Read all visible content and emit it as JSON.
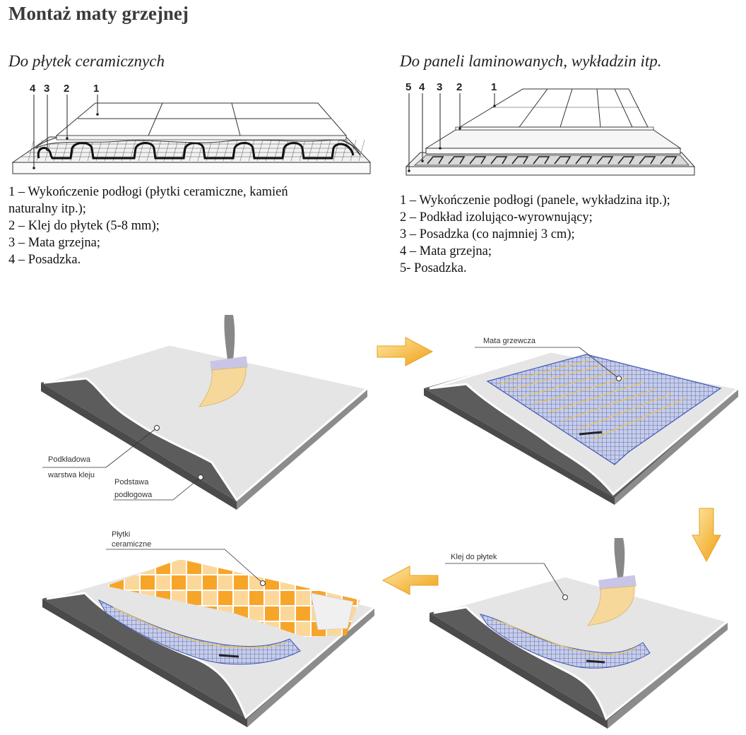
{
  "title": "Montaż maty grzejnej",
  "left": {
    "subtitle": "Do płytek ceramicznych",
    "numbers": [
      "4",
      "3",
      "2",
      "1"
    ],
    "legend": [
      "1 – Wykończenie podłogi (płytki ceramiczne, kamień",
      "naturalny itp.);",
      "2 – Klej do płytek (5-8 mm);",
      "3 – Mata grzejna;",
      "4 – Posadzka."
    ]
  },
  "right": {
    "subtitle": "Do paneli laminowanych, wykładzin itp.",
    "numbers": [
      "5",
      "4",
      "3",
      "2",
      "1"
    ],
    "legend": [
      "1 – Wykończenie podłogi (panele, wykładzina itp.);",
      "2 – Podkład izolująco-wyrownujący;",
      "3 – Posadzka (co najmniej 3 cm);",
      "4 – Mata grzejna;",
      "5- Posadzka."
    ]
  },
  "steps": {
    "step1": {
      "label1a": "Podkładowa",
      "label1b": "warstwa kleju",
      "label2a": "Podstawa",
      "label2b": "podłogowa"
    },
    "step2": {
      "label": "Mata grzewcza"
    },
    "step3": {
      "label": "Klej do płytek"
    },
    "step4": {
      "label1": "Płytki",
      "label2": "ceramiczne"
    }
  },
  "colors": {
    "arrow": "#f5b024",
    "mat_blue": "#3d56b5",
    "heating_wire": "#e8c45a",
    "tile_orange": "#f7a529",
    "tile_light": "#fbd89a",
    "slab_dark": "#4a4a4a",
    "slab_light": "#e2e2e2"
  }
}
